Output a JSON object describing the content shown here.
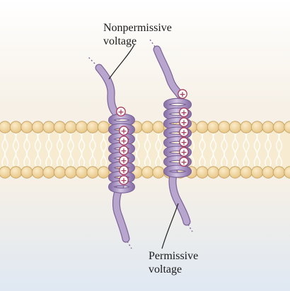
{
  "labels": {
    "top": {
      "line1": "Nonpermissive",
      "line2": "voltage"
    },
    "bottom": {
      "line1": "Permissive",
      "line2": "voltage"
    }
  },
  "charge_symbol": "+",
  "helices": [
    {
      "name": "nonpermissive-voltage-helix",
      "charge_count": 7
    },
    {
      "name": "permissive-voltage-helix",
      "charge_count": 7
    }
  ],
  "colors": {
    "background_gradient_top": "#ffffff",
    "background_mid": "#f6f0e6",
    "background_lower": "#dfe8f3",
    "membrane_head_fill": "#f3d9a4",
    "membrane_head_stroke": "#c9a766",
    "membrane_tail": "#f7ecd2",
    "helix_fill": "#b9a6cf",
    "helix_stroke": "#7c6598",
    "charge_stroke": "#a83a5a",
    "charge_fill": "#ffffff",
    "leader_line": "#222222"
  }
}
